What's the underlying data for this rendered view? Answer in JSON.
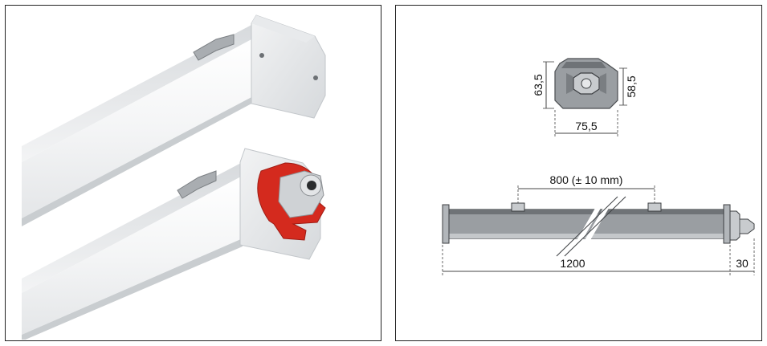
{
  "diagram": {
    "front_view": {
      "height_outer": "63,5",
      "height_inner": "58,5",
      "width": "75,5"
    },
    "side_view": {
      "bracket_spacing": "800 (± 10 mm)",
      "length": "1200",
      "gland_length": "30"
    }
  },
  "colors": {
    "housing": "#e6e8ea",
    "diffuser": "#f7f8f8",
    "endcap_gland": "#d42a1e",
    "drawing_body": "#9a9ea2",
    "dimension_line": "#444444"
  }
}
